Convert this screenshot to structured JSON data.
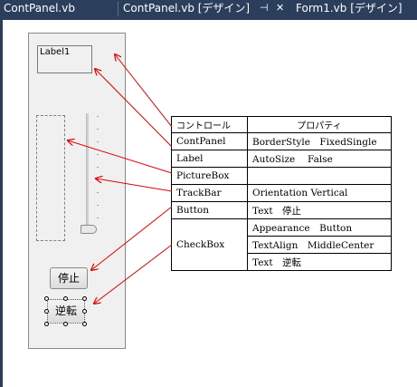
{
  "tabs": [
    {
      "label": "ContPanel.vb"
    },
    {
      "label": "ContPanel.vb [デザイン]"
    },
    {
      "label": "Form1.vb [デザイン]"
    }
  ],
  "tab_icons": {
    "pin": "pin-icon",
    "close": "close-icon"
  },
  "designer": {
    "label1_text": "Label1",
    "stop_button": "停止",
    "reverse_checkbox": "逆転"
  },
  "property_table": {
    "header": {
      "control": "コントロール",
      "property": "プロパティ"
    },
    "rows": [
      {
        "control": "ContPanel",
        "property": "BorderStyle　FixedSingle"
      },
      {
        "control": "Label",
        "property": "AutoSize　 False"
      },
      {
        "control": "PictureBox",
        "property": ""
      },
      {
        "control": "TrackBar",
        "property": "Orientation Vertical"
      },
      {
        "control": "Button",
        "property": "Text　停止"
      },
      {
        "control": "CheckBox",
        "properties": [
          "Appearance　Button",
          "TextAlign　MiddleCenter",
          "Text　逆転"
        ]
      }
    ]
  },
  "colors": {
    "arrow": "#e00000",
    "chrome": "#2b3e5c"
  }
}
